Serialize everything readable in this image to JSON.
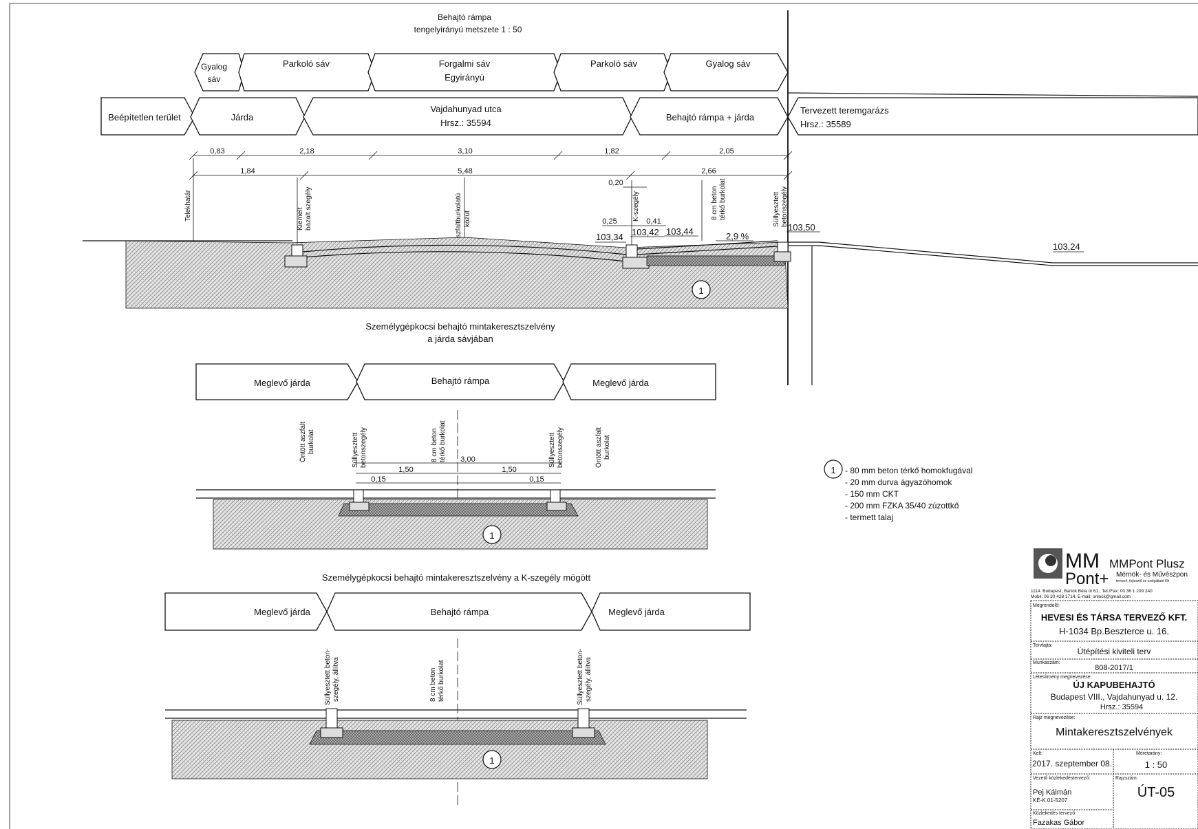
{
  "section1": {
    "title_line1": "Behajtó rámpa",
    "title_line2": "tengelyirányú metszete  1 : 50",
    "bands_top": [
      "Gyalog",
      "sáv",
      "Parkoló sáv",
      "Forgalmi sáv",
      "Egyirányú",
      "Parkoló sáv",
      "Gyalog sáv"
    ],
    "bands_bottom": [
      "Beépítetlen terület",
      "Járda",
      "Vajdahunyad  utca",
      "Hrsz.: 35594",
      "Behajtó rámpa + járda",
      "Tervezett teremgarázs",
      "Hrsz.: 35589"
    ],
    "dims_row1": [
      "0,83",
      "2,18",
      "3,10",
      "1,82",
      "2,05"
    ],
    "dims_row2": [
      "1,84",
      "5,48",
      "2,66"
    ],
    "dims_small": [
      "0,20",
      "0,25",
      "0,41"
    ],
    "vertical_labels": [
      "Telekhatár",
      "Kiemelt",
      "bazalt szegély",
      "Aszfaltburkolatú",
      "közút",
      "K-szegély",
      "8 cm beton",
      "térkő burkolat",
      "Süllyesztett",
      "betonszegély"
    ],
    "levels": [
      "103,34",
      "103,42",
      "103,44",
      "103,50",
      "103,24"
    ],
    "slope": "2,9 %",
    "marker": "1"
  },
  "section2": {
    "title_line1": "Személygépkocsi behajtó mintakeresztszelvény",
    "title_line2": "a járda sávjában",
    "bands": [
      "Meglevő járda",
      "Behajtó rámpa",
      "Meglevő járda"
    ],
    "vertical_labels": [
      "Öntött aszfalt",
      "burkolat",
      "Süllyesztett",
      "betonszegély",
      "8 cm beton",
      "térkő burkolat",
      "Süllyesztett",
      "betonszegély",
      "Öntött aszfalt",
      "burkolat"
    ],
    "dims": [
      "3,00",
      "1,50",
      "1,50",
      "0,15",
      "0,15"
    ],
    "marker": "1"
  },
  "section3": {
    "title": "Személygépkocsi behajtó mintakeresztszelvény a K-szegély mögött",
    "bands": [
      "Meglevő járda",
      "Behajtó rámpa",
      "Meglevő járda"
    ],
    "vertical_labels": [
      "Süllyesztett beton-",
      "szegély, állítva",
      "8 cm beton",
      "térkő burkolat",
      "Süllyesztett beton-",
      "szegély, állítva"
    ],
    "marker": "1"
  },
  "legend": {
    "marker": "1",
    "items": [
      "- 80 mm beton térkő homokfugával",
      "- 20 mm durva ágyazóhomok",
      "- 150 mm  CKT",
      "- 200 mm FZKA 35/40 zúzottkő",
      "- termett talaj"
    ]
  },
  "title_block": {
    "logo_big": "MM",
    "logo_big2": "Pont+",
    "company": "MMPont Plusz",
    "company_sub": "Mérnök- és Művészpon",
    "company_sub2": "tervező, fejlesztő és szolgáltató Kft",
    "address_line1": "1114. Budapest, Bartók Béla út 61., Tel./Fax: 00 36 1 209 240",
    "address_line2": "Mobil: 06 30 428 1714,            E-mail: onlock@gmail.com",
    "client_label": "Megrendelő:",
    "client_name": "HEVESI ÉS TÁRSA TERVEZŐ KFT.",
    "client_address": "H-1034 Bp.Beszterce u. 16.",
    "plan_type_label": "Tervfajta:",
    "plan_type": "Útépítési kiviteli terv",
    "job_no_label": "Munkaszám:",
    "job_no": "808-2017/1",
    "facility_label": "Létesítmény megnevezése:",
    "facility_name": "ÚJ  KAPUBEHAJTÓ",
    "facility_address": "Budapest VIII., Vajdahunyad u. 12.",
    "facility_hrsz": "Hrsz.: 35594",
    "drawing_label": "Rajz megnevezése:",
    "drawing_name": "Mintakeresztszelvények",
    "date_label": "Kelt:",
    "date": "2017. szeptember 08.",
    "scale_label": "Méretarány:",
    "scale": "1 : 50",
    "lead_label": "Vezető közlekedéstervező:",
    "lead_name": "Pej Kálmán",
    "lead_id": "KÉ-K 01-5207",
    "sheet_label": "Rajzszám:",
    "sheet_no": "ÚT-05",
    "designer_label": "Közlekedés tervező:",
    "designer_name": "Fazakas Gábor"
  }
}
